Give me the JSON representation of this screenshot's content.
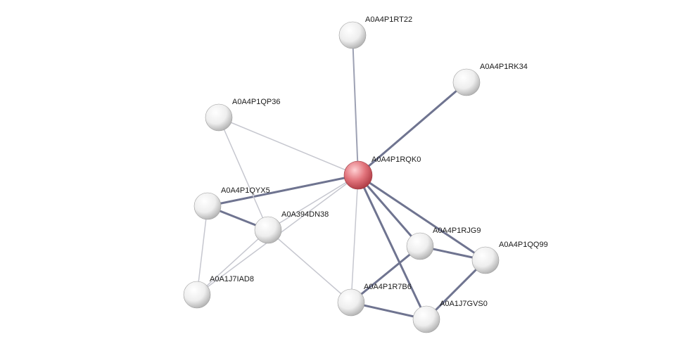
{
  "network": {
    "nodes": [
      {
        "id": "A0A4P1RQK0",
        "label": "A0A4P1RQK0",
        "query": true
      },
      {
        "id": "A0A4P1RT22",
        "label": "A0A4P1RT22",
        "query": false
      },
      {
        "id": "A0A4P1RK34",
        "label": "A0A4P1RK34",
        "query": false
      },
      {
        "id": "A0A4P1QP36",
        "label": "A0A4P1QP36",
        "query": false
      },
      {
        "id": "A0A4P1QYX5",
        "label": "A0A4P1QYX5",
        "query": false
      },
      {
        "id": "A0A394DN38",
        "label": "A0A394DN38",
        "query": false
      },
      {
        "id": "A0A1J7IAD8",
        "label": "A0A1J7IAD8",
        "query": false
      },
      {
        "id": "A0A4P1RJG9",
        "label": "A0A4P1RJG9",
        "query": false
      },
      {
        "id": "A0A4P1QQ99",
        "label": "A0A4P1QQ99",
        "query": false
      },
      {
        "id": "A0A4P1R7B6",
        "label": "A0A4P1R7B6",
        "query": false
      },
      {
        "id": "A0A1J7GVS0",
        "label": "A0A1J7GVS0",
        "query": false
      }
    ],
    "edges": [
      {
        "source": "A0A4P1RQK0",
        "target": "A0A4P1RT22",
        "strength": "medium"
      },
      {
        "source": "A0A4P1RQK0",
        "target": "A0A4P1RK34",
        "strength": "strong"
      },
      {
        "source": "A0A4P1RQK0",
        "target": "A0A4P1QP36",
        "strength": "weak"
      },
      {
        "source": "A0A4P1RQK0",
        "target": "A0A4P1QYX5",
        "strength": "strong"
      },
      {
        "source": "A0A4P1RQK0",
        "target": "A0A394DN38",
        "strength": "weak"
      },
      {
        "source": "A0A4P1RQK0",
        "target": "A0A1J7IAD8",
        "strength": "weak"
      },
      {
        "source": "A0A4P1RQK0",
        "target": "A0A4P1RJG9",
        "strength": "strong"
      },
      {
        "source": "A0A4P1RQK0",
        "target": "A0A4P1QQ99",
        "strength": "strong"
      },
      {
        "source": "A0A4P1RQK0",
        "target": "A0A4P1R7B6",
        "strength": "weak"
      },
      {
        "source": "A0A4P1RQK0",
        "target": "A0A1J7GVS0",
        "strength": "strong"
      },
      {
        "source": "A0A4P1QP36",
        "target": "A0A394DN38",
        "strength": "weak"
      },
      {
        "source": "A0A4P1QYX5",
        "target": "A0A394DN38",
        "strength": "strong"
      },
      {
        "source": "A0A4P1QYX5",
        "target": "A0A1J7IAD8",
        "strength": "weak"
      },
      {
        "source": "A0A394DN38",
        "target": "A0A1J7IAD8",
        "strength": "weak"
      },
      {
        "source": "A0A394DN38",
        "target": "A0A4P1R7B6",
        "strength": "weak"
      },
      {
        "source": "A0A4P1RJG9",
        "target": "A0A4P1QQ99",
        "strength": "strong"
      },
      {
        "source": "A0A4P1RJG9",
        "target": "A0A4P1R7B6",
        "strength": "strong"
      },
      {
        "source": "A0A4P1QQ99",
        "target": "A0A1J7GVS0",
        "strength": "strong"
      },
      {
        "source": "A0A4P1R7B6",
        "target": "A0A1J7GVS0",
        "strength": "strong"
      }
    ]
  },
  "colors": {
    "query_node": "#e0606a",
    "default_node": "#e6e6e6",
    "edge_strong": "#6f7490",
    "edge_medium": "#9da1b3",
    "edge_weak": "#c6c7cf",
    "label": "#1a1a1a"
  }
}
